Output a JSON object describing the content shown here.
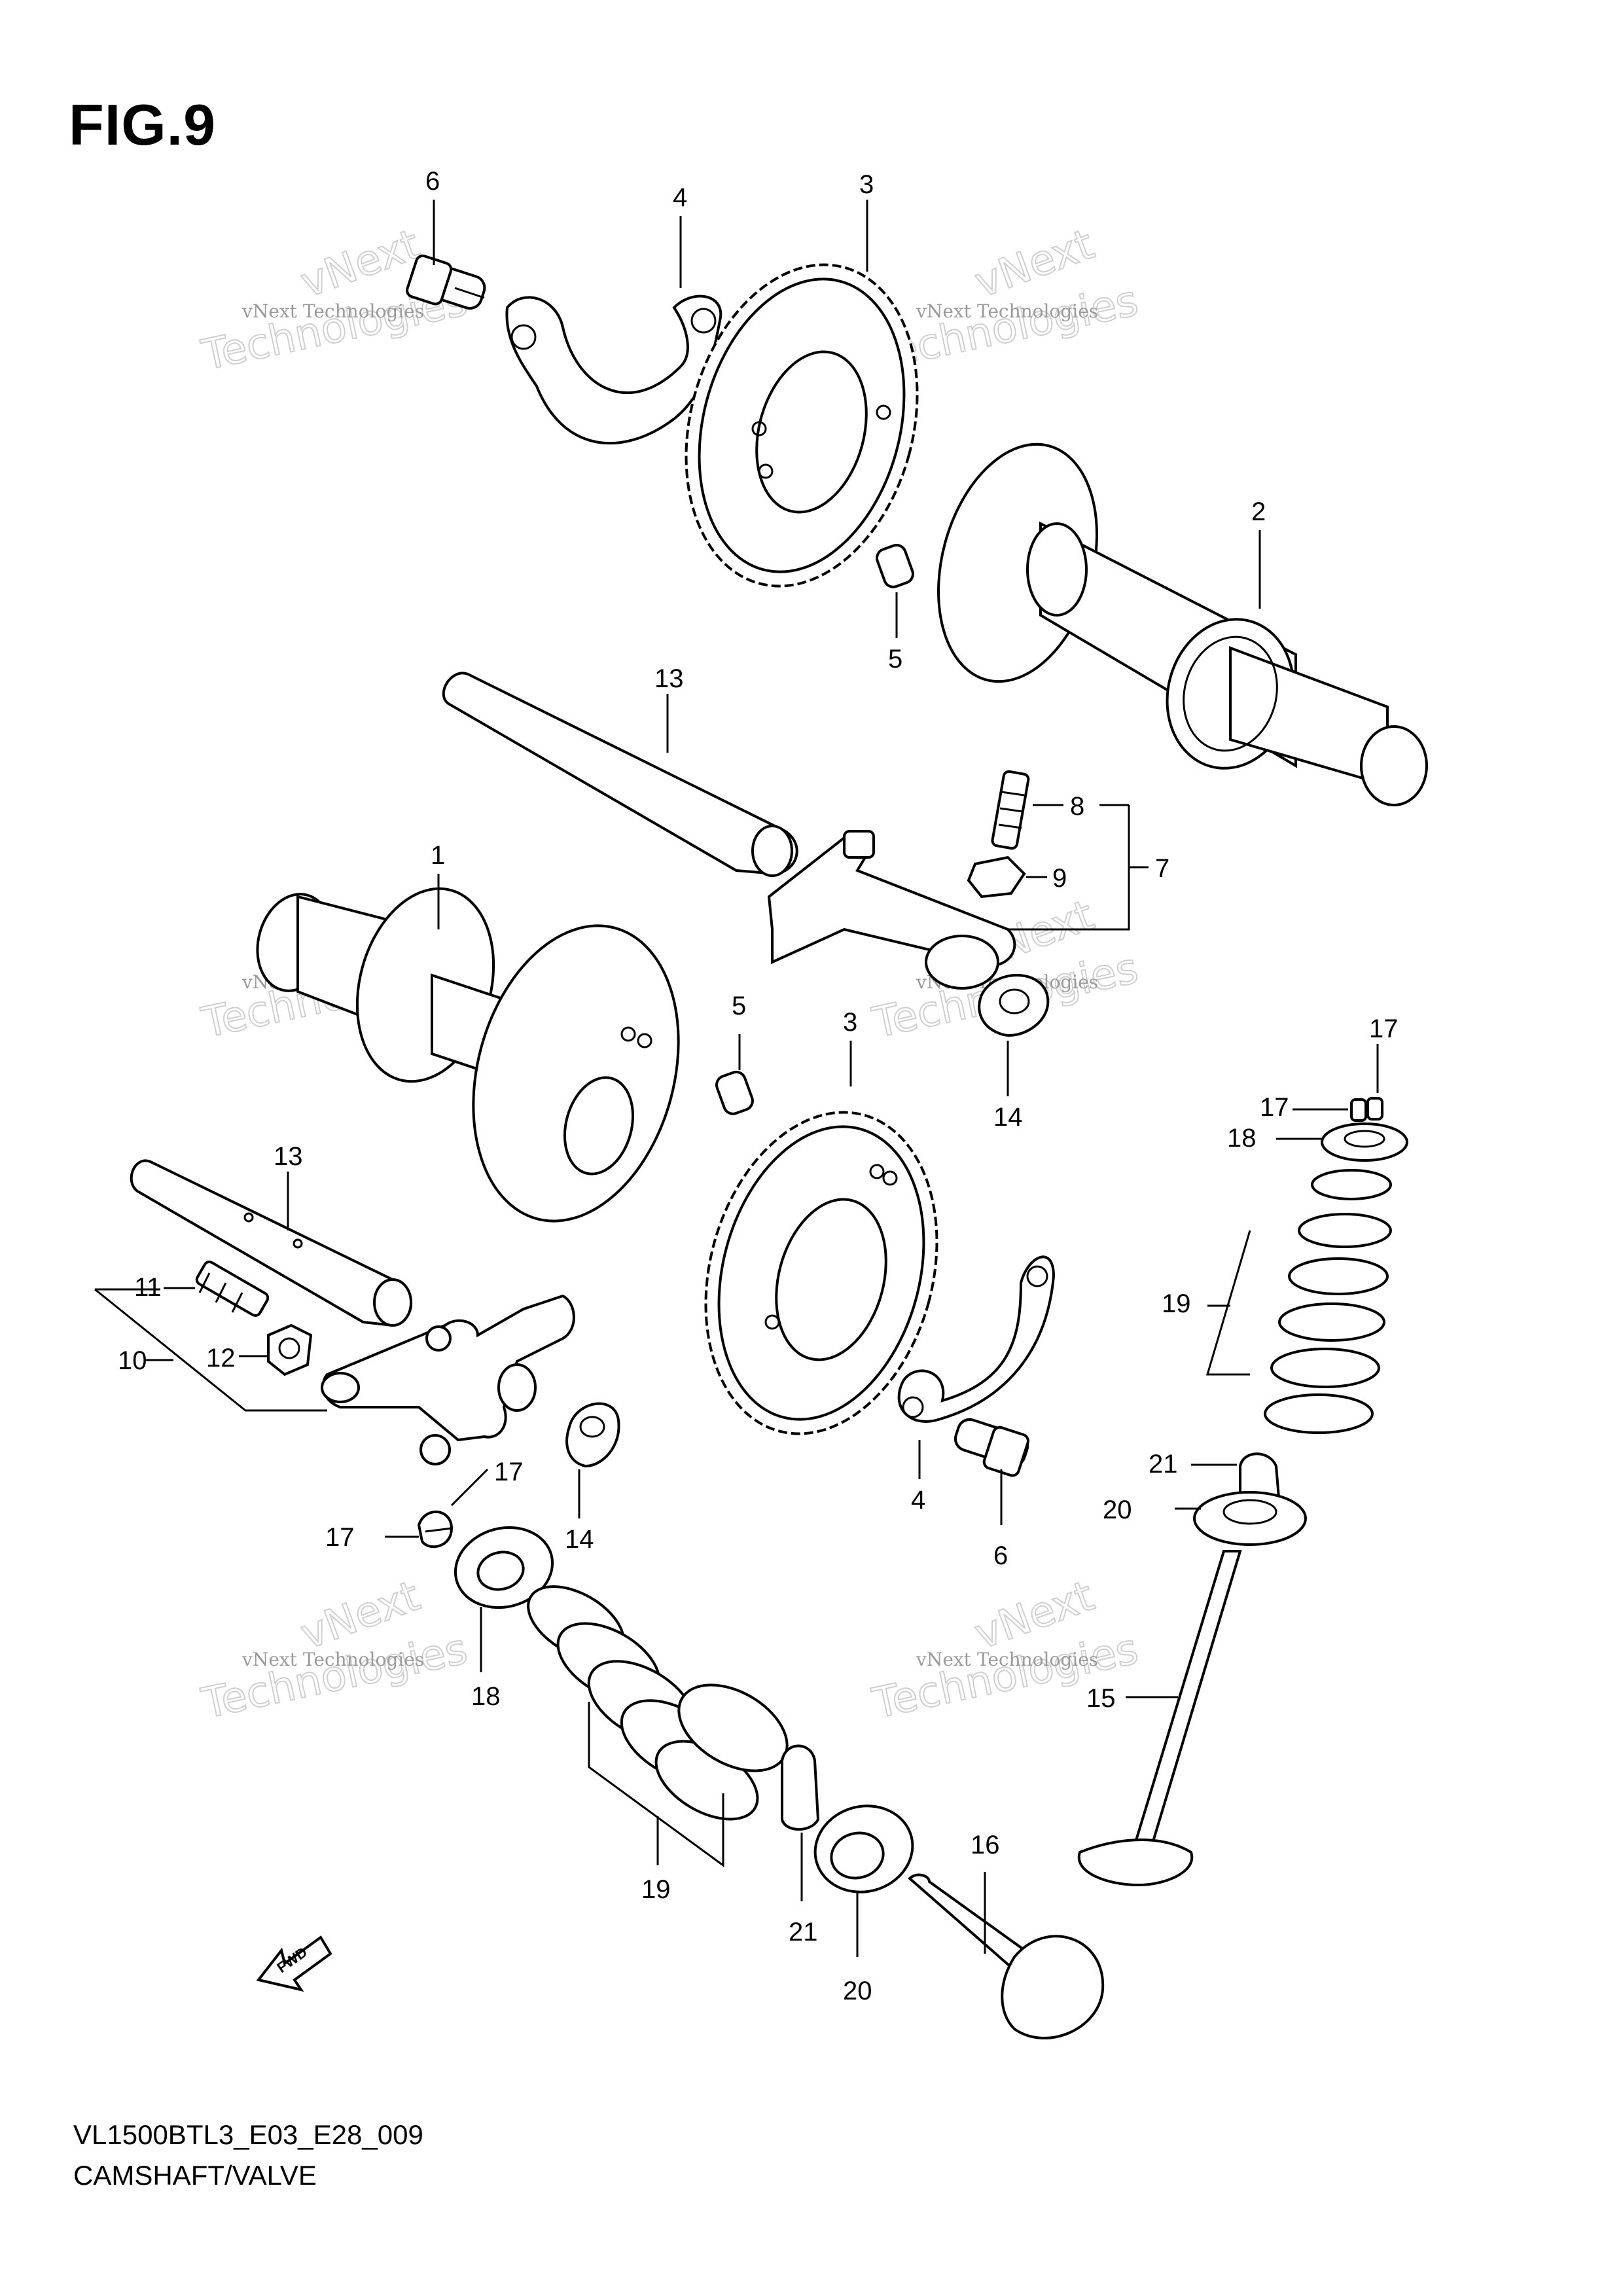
{
  "figure": {
    "title": "FIG.9",
    "model_code": "VL1500BTL3_E03_E28_009",
    "section_name": "CAMSHAFT/VALVE",
    "fwd_label": "FWD"
  },
  "watermark": {
    "line1": "vNext Technologies",
    "line2": "Technologies",
    "brand": "vNext"
  },
  "callouts": [
    "6",
    "4",
    "3",
    "2",
    "5",
    "13",
    "8",
    "9",
    "7",
    "1",
    "5",
    "3",
    "14",
    "17",
    "17",
    "18",
    "13",
    "11",
    "10",
    "12",
    "19",
    "17",
    "17",
    "14",
    "18",
    "4",
    "6",
    "21",
    "20",
    "15",
    "19",
    "21",
    "20",
    "16"
  ]
}
